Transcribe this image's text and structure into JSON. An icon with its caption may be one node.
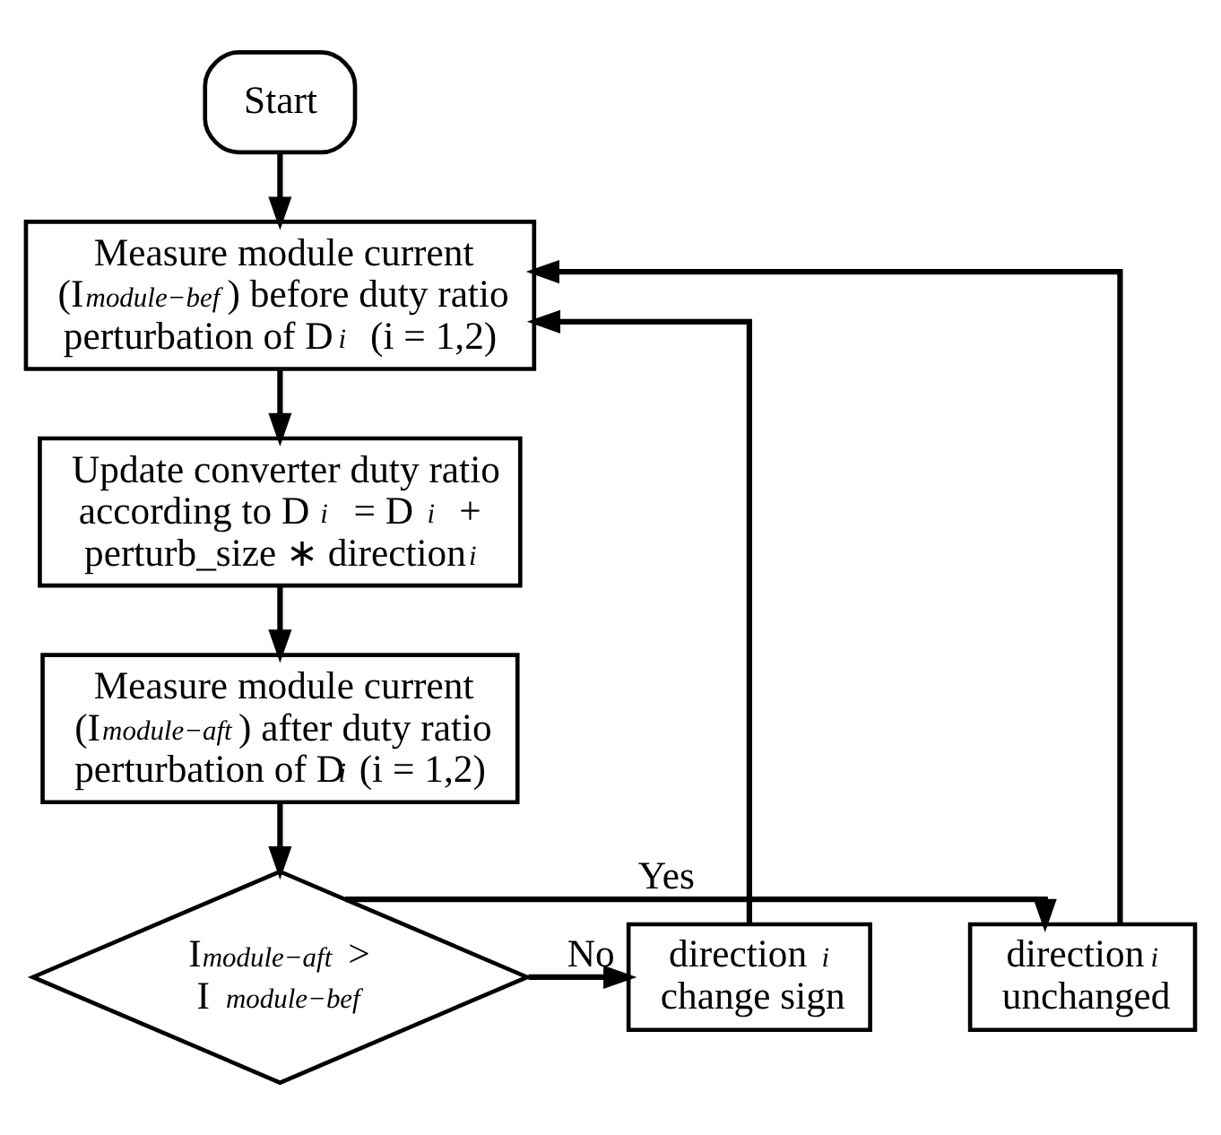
{
  "diagram": {
    "nodes": [
      {
        "text": [
          "Start"
        ]
      },
      {
        "text": [
          "Measure module current (I$_{module−bef}$) before duty ratio perturbation of D$_{i}$ (i = 1,2)"
        ]
      },
      {
        "text": [
          "Update converter duty ratio according to D$_{i}$ = D$_{i}$ + perturb_size ∗ direction$_{i}$"
        ]
      },
      {
        "text": [
          "Measure module current (I$_{module−aft}$) after duty ratio perturbation of D$_{i}$ (i = 1,2)"
        ]
      },
      {
        "text": [
          "I$_{module−aft}$ > I$_{module−bef}$"
        ]
      },
      {
        "text": [
          "direction$_{i}$ unchanged"
        ]
      },
      {
        "text": [
          "direction$_{i}$ change sign"
        ]
      }
    ],
    "edges": [
      {
        "from": 0,
        "to": 1,
        "arrow": "to"
      },
      {
        "from": 1,
        "to": 2,
        "arrow": "to"
      },
      {
        "from": 2,
        "to": 3,
        "arrow": "to"
      },
      {
        "from": 3,
        "to": 4,
        "arrow": "to"
      },
      {
        "from": 4,
        "to": 5,
        "arrow": "to",
        "label": "Yes"
      },
      {
        "from": 4,
        "to": 6,
        "arrow": "to",
        "label": "No"
      },
      {
        "from": 5,
        "to": 1,
        "arrow": "to"
      },
      {
        "from": 6,
        "to": 1,
        "arrow": "to"
      }
    ]
  }
}
